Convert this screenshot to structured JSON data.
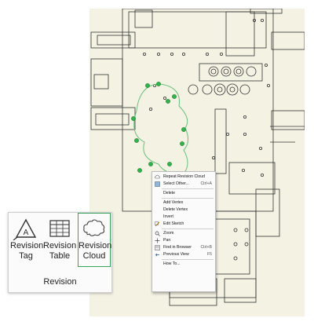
{
  "ribbon": {
    "buttons": [
      {
        "line1": "Revision",
        "line2": "Tag"
      },
      {
        "line1": "Revision",
        "line2": "Table"
      },
      {
        "line1": "Revision",
        "line2": "Cloud"
      }
    ],
    "group_label": "Revision",
    "accent": "#37a35a"
  },
  "context_menu": {
    "items": [
      {
        "label": "Repeat Revision Cloud",
        "shortcut": "",
        "icon": "revision-cloud-icon"
      },
      {
        "label": "Select Other...",
        "shortcut": "Ctrl+A",
        "icon": "select-icon"
      },
      {
        "label": "Delete",
        "shortcut": "",
        "icon": ""
      },
      {
        "label": "Add Vertex",
        "shortcut": "",
        "icon": ""
      },
      {
        "label": "Delete Vertex",
        "shortcut": "",
        "icon": ""
      },
      {
        "label": "Invert",
        "shortcut": "",
        "icon": ""
      },
      {
        "label": "Edit Sketch",
        "shortcut": "",
        "icon": "edit-sketch-icon"
      },
      {
        "label": "Zoom",
        "shortcut": "",
        "icon": "zoom-icon"
      },
      {
        "label": "Pan",
        "shortcut": "",
        "icon": "pan-icon"
      },
      {
        "label": "Find in Browser",
        "shortcut": "Ctrl+B",
        "icon": "find-icon"
      },
      {
        "label": "Previous View",
        "shortcut": "F5",
        "icon": "previous-view-icon"
      },
      {
        "label": "How To...",
        "shortcut": "",
        "icon": ""
      }
    ]
  },
  "colors": {
    "canvas": "#f4f2e3",
    "handle": "#2fb54a",
    "cloud": "#6dbf7f"
  }
}
